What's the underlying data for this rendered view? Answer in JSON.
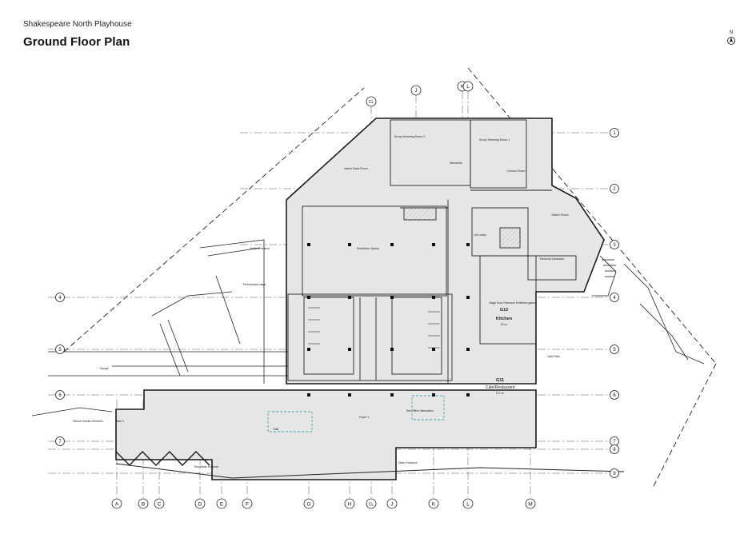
{
  "header": {
    "project": "Shakespeare North Playhouse",
    "title": "Ground Floor Plan"
  },
  "north_label": "N",
  "grid": {
    "rows": [
      "1",
      "2",
      "3",
      "4",
      "5",
      "6",
      "7",
      "8",
      "9"
    ],
    "cols": [
      "A",
      "B",
      "C",
      "D",
      "E",
      "F",
      "G",
      "H",
      "CL",
      "J",
      "K",
      "L",
      "M"
    ],
    "top_markers": [
      "CL",
      "J",
      "K",
      "L"
    ]
  },
  "rooms": {
    "group_dressing_2": "Group Dressing Room 2",
    "group_dressing_1": "Group Dressing Room 1",
    "wardrobe": "Wardrobe",
    "comms_room": "Comms Room",
    "match_rack_room": "Match Rack Room",
    "switch_room": "Switch Room",
    "lift_lobby": "Lift Lobby",
    "exhibition_space": "Exhibition Space",
    "electrical_substation": "Electrical Substation",
    "action_entrance": "Action Entrance",
    "performance_stage": "Performance stage",
    "stage_door": "Stage Door Entrance/ Exhibition gates",
    "kitchen_code": "G12",
    "kitchen": "Kitchen",
    "kitchen_area": "29 m²",
    "cafe_code": "G11",
    "cafe": "Cafe/Restaurant",
    "cafe_area": "107 m²",
    "cafe_patio": "Cafe Patio",
    "foyer": "Foyer 1",
    "box_office": "Box Office Information",
    "main_entrance": "Main Entrance",
    "secondary_entrance": "Secondary Entrance",
    "secure_garden": "Secure Garden Entrance",
    "stair_2": "Stair 2",
    "stair": "Stair",
    "orange": "Orange"
  },
  "colors": {
    "line": "#1a1a1a",
    "fill": "#e4e4e4",
    "dark_fill": "#c9c9c9"
  }
}
